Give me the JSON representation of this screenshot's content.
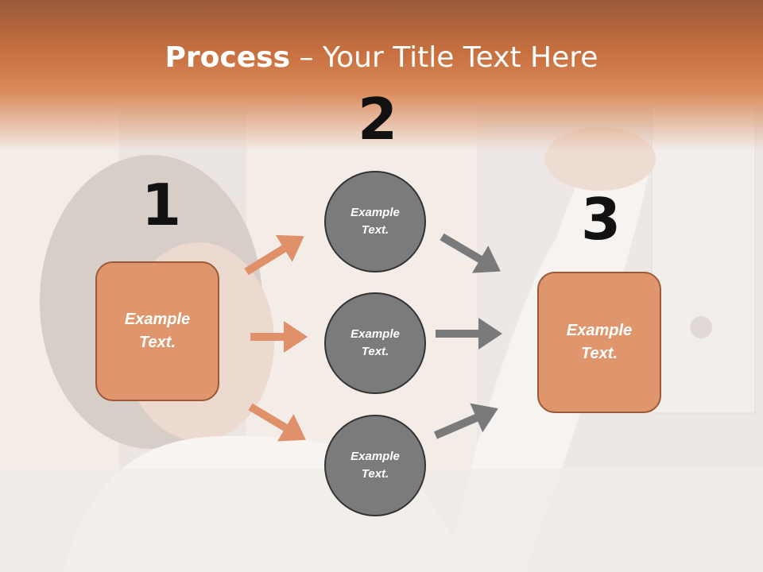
{
  "title": {
    "bold": "Process",
    "rest": " – Your Title Text Here"
  },
  "steps": [
    {
      "number": "1",
      "text_line1": "Example",
      "text_line2": "Text."
    },
    {
      "number": "2",
      "text_line1": "Example",
      "text_line2": "Text."
    },
    {
      "number": "3",
      "text_line1": "Example",
      "text_line2": "Text."
    }
  ],
  "circles": [
    {
      "line1": "Example",
      "line2": "Text."
    },
    {
      "line1": "Example",
      "line2": "Text."
    },
    {
      "line1": "Example",
      "line2": "Text."
    }
  ],
  "colors": {
    "accent": "#e0966c",
    "accent_border": "#9a5a3a",
    "circle": "#7b7b7b",
    "arrow_orange": "#e0916a",
    "arrow_gray": "#7a7a7a"
  }
}
